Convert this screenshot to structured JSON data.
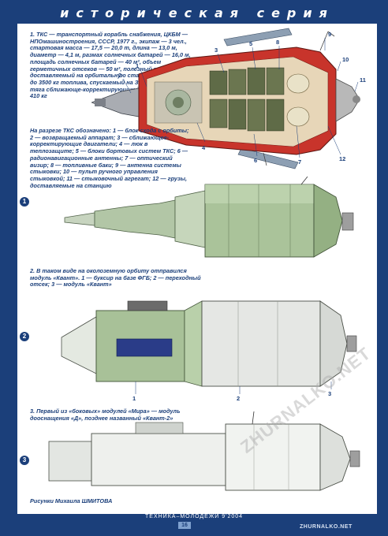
{
  "header": {
    "title": "историческая серия"
  },
  "caption1": "1. ТКС — транспортный корабль снабжения, ЦКБМ — НПОмашиностроения, СССР, 1977 г., экипаж — 3 чел., стартовая масса — 17,5 — 20,0 т, длина — 13,0 м, диаметр — 4,1 м, размах солнечных батарей — 16,0 м, площадь солнечных батарей — 40 м², объем герметичных отсеков — 50 м³, полезный груз, доставляемый на орбитальную станцию — 3000 кг и до 3500 кг топлива, спускаемый на Землю — 500 кг, тяга сближающе-корректирующих двигателей — 2 x 410 кг",
  "legend": "На разрезе ТКС обозначено: 1 — блок схода с орбиты; 2 — возвращаемый аппарат; 3 — сближающее-корректирующие двигатели; 4 — люк в теплозащите; 5 — блоки бортовых систем ТКС; 6 — радионавигационные антенны; 7 — оптический визир; 8 — топливные баки; 9 — антенна системы стыковки; 10 — пульт ручного управления стыковкой; 11 — стыковочный агрегат; 12 — грузы, доставляемые на станцию",
  "caption2": "2. В таком виде на околоземную орбиту отправился модуль «Квант». 1 — буксир на базе ФГБ; 2 — переходный отсек; 3 — модуль «Квант»",
  "caption3": "3. Первый из «боковых» модулей «Мира» — модуль дооснащения «Д», позднее названный «Квант-2»",
  "credit": "Рисунки Михаила ШМИТОВА",
  "badges": {
    "b1": "1",
    "b2": "2",
    "b3": "3"
  },
  "callouts": {
    "c1": "1",
    "c2": "2",
    "c3": "3",
    "c4": "4",
    "c5": "5",
    "c6": "6",
    "c7": "7",
    "c8": "8",
    "c9": "9",
    "c10": "10",
    "c11": "11",
    "c12": "12",
    "q1": "1",
    "q2": "2",
    "q3": "3"
  },
  "footer": {
    "magazine": "ТЕХНИКА–МОЛОДЕЖИ 9'2004",
    "page": "16",
    "site": "ZHURNALKO.NET"
  },
  "watermark": "ZHURNALKO.NET",
  "colors": {
    "frame": "#1b3f7a",
    "hull": "#b9d2a9",
    "hullDark": "#86a97a",
    "cutaway": "#c8342b",
    "cone": "#e4e9e1"
  }
}
